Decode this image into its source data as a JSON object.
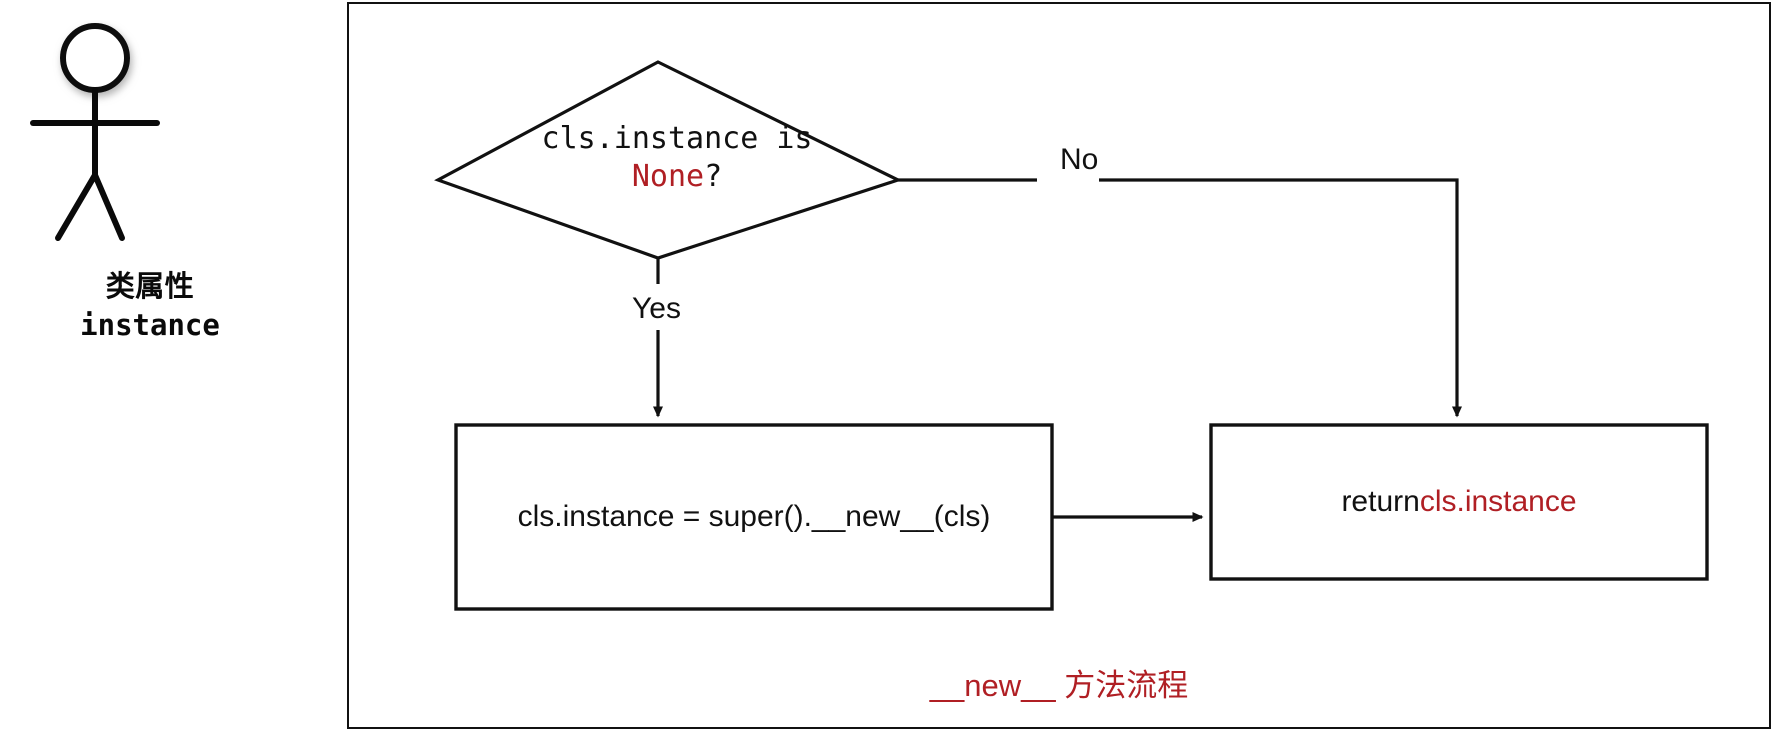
{
  "actor": {
    "icon": "stick-figure-actor",
    "label_line1": "类属性",
    "label_line2": "instance"
  },
  "flow": {
    "decision": {
      "text_prefix": "cls.instance is",
      "text_highlight": "None",
      "text_suffix": "?",
      "shape": "diamond"
    },
    "edges": [
      {
        "label": "No",
        "from": "decision",
        "to": "return-box"
      },
      {
        "label": "Yes",
        "from": "decision",
        "to": "assign-box"
      }
    ],
    "edge_no_label": "No",
    "edge_yes_label": "Yes",
    "assign_box": {
      "text": "cls.instance = super().__new__(cls)"
    },
    "return_box": {
      "text_prefix": "return ",
      "text_highlight": "cls.instance"
    },
    "caption_code": "__new__",
    "caption_text": " 方法流程"
  },
  "colors": {
    "stroke": "#111111",
    "accent_red": "#b01f24",
    "background": "#ffffff"
  }
}
